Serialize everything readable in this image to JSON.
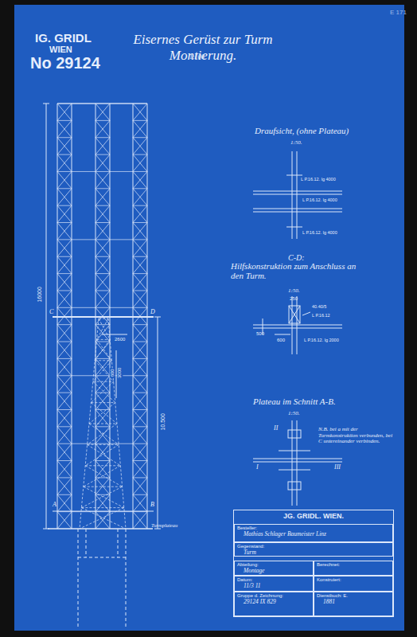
{
  "diagram": {
    "title": "Eisernes Gerüst zur Turm Montierung.",
    "nodes": [
      {
        "text": [
          "JG. GRIDL. WIEN."
        ]
      },
      {
        "text": [
          "Besteller:",
          "Mathias Schlager Baumeister Linz"
        ],
        "in": 0
      },
      {
        "text": [
          "Gegenstand:",
          "Turm"
        ],
        "in": 0
      },
      {
        "text": [
          "Abteilung:",
          "Montage"
        ],
        "in": 0
      },
      {
        "text": [
          "Berechnet:"
        ],
        "in": 0
      },
      {
        "text": [
          "Datum:",
          "11/3 11"
        ],
        "in": 0
      },
      {
        "text": [
          "Konstruiert:"
        ],
        "in": 0
      },
      {
        "text": [
          "Gruppe d. Zeichnung:",
          "29124 IX 829"
        ],
        "in": 0
      },
      {
        "text": [
          "Dienstbuch: E.",
          "1881"
        ],
        "in": 0
      }
    ],
    "labels": [
      "IG. GRIDL",
      "WIEN",
      "No 29124",
      "E 171",
      "1:100.",
      "Draufsicht, (ohne Plateau)",
      "1:50.",
      "L P.16.12. lg 4000",
      "L P.16.12. lg 4000",
      "L P.16.12. lg 4000",
      "C-D:",
      "Hilfskonstruktion zum Anschluss an den Turm.",
      "1:50.",
      "40.40/5",
      "L P.16.12",
      "L P.16.12. lg 2000",
      "500",
      "600",
      "250",
      "Plateau im Schnitt A-B.",
      "1:50.",
      "II",
      "I",
      "III",
      "N.B. bei a mit der Turmkonstruktion verbunden, bei C untereinander verbinden.",
      "16000",
      "C",
      "D",
      "10.500",
      "2600",
      "600",
      "3000",
      "A",
      "B",
      "Turmplateau"
    ]
  }
}
